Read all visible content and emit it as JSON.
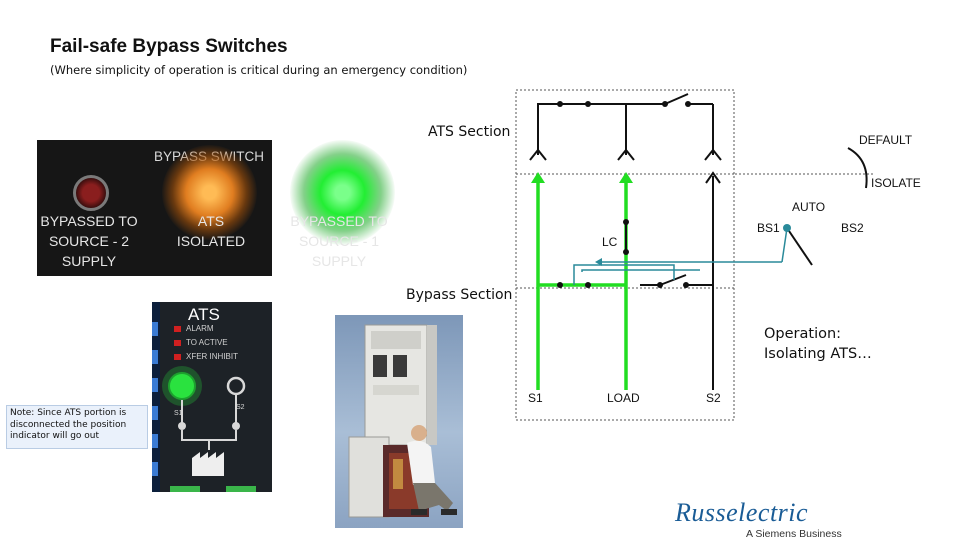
{
  "title": "Fail-safe Bypass Switches",
  "subtitle": "(Where simplicity of operation is critical during an emergency condition)",
  "panel": {
    "title": "BYPASS SWITCH",
    "lamps": [
      {
        "label": [
          "BYPASSED TO",
          "SOURCE - 2",
          "SUPPLY"
        ],
        "color": "#7a1a1a"
      },
      {
        "label": [
          "ATS",
          "ISOLATED"
        ],
        "color": "#f0a040"
      },
      {
        "label": [
          "BYPASSED TO",
          "SOURCE - 1",
          "SUPPLY"
        ],
        "color": "#2cff4c"
      }
    ]
  },
  "ats_panel": {
    "title": "ATS",
    "rows": [
      "ALARM",
      "TO ACTIVE",
      "XFER INHIBIT"
    ],
    "s1": "S1",
    "s2": "S2"
  },
  "note": "Note: Since ATS portion is disconnected the position indicator will go out",
  "diagram": {
    "ats_section": "ATS Section",
    "bypass_section": "Bypass Section",
    "default": "DEFAULT",
    "isolate": "ISOLATE",
    "auto": "AUTO",
    "bs1": "BS1",
    "bs2": "BS2",
    "lc": "LC",
    "s1": "S1",
    "load": "LOAD",
    "s2": "S2"
  },
  "operation": [
    "Operation:",
    "Isolating ATS…"
  ],
  "logo": {
    "name": "Russelectric",
    "sub": "A Siemens Business"
  },
  "colors": {
    "energized": "#22dd22",
    "control": "#2a8a9a",
    "panel_bg": "#161616"
  }
}
